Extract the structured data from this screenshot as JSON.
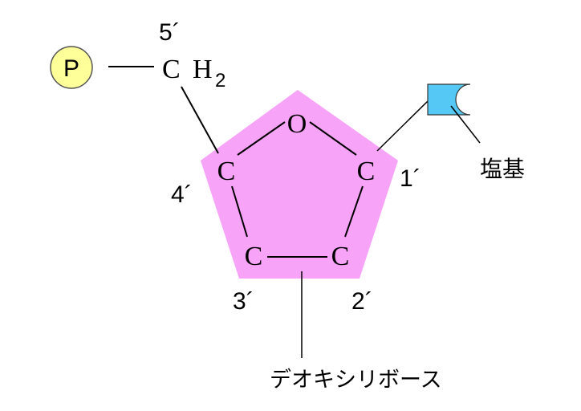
{
  "colors": {
    "sugar": "#f7a3f7",
    "phosphate": "#ffff99",
    "base": "#55c8f5"
  },
  "phosphate": {
    "label": "P"
  },
  "ch2": {
    "c": "C",
    "h": "H",
    "sub": "2"
  },
  "ring": {
    "o": "O",
    "c1": "C",
    "c2": "C",
    "c3": "C",
    "c4": "C"
  },
  "positions": {
    "p1": "1´",
    "p2": "2´",
    "p3": "3´",
    "p4": "4´",
    "p5": "5´"
  },
  "labels": {
    "base": "塩基",
    "sugar": "デオキシリボース"
  }
}
